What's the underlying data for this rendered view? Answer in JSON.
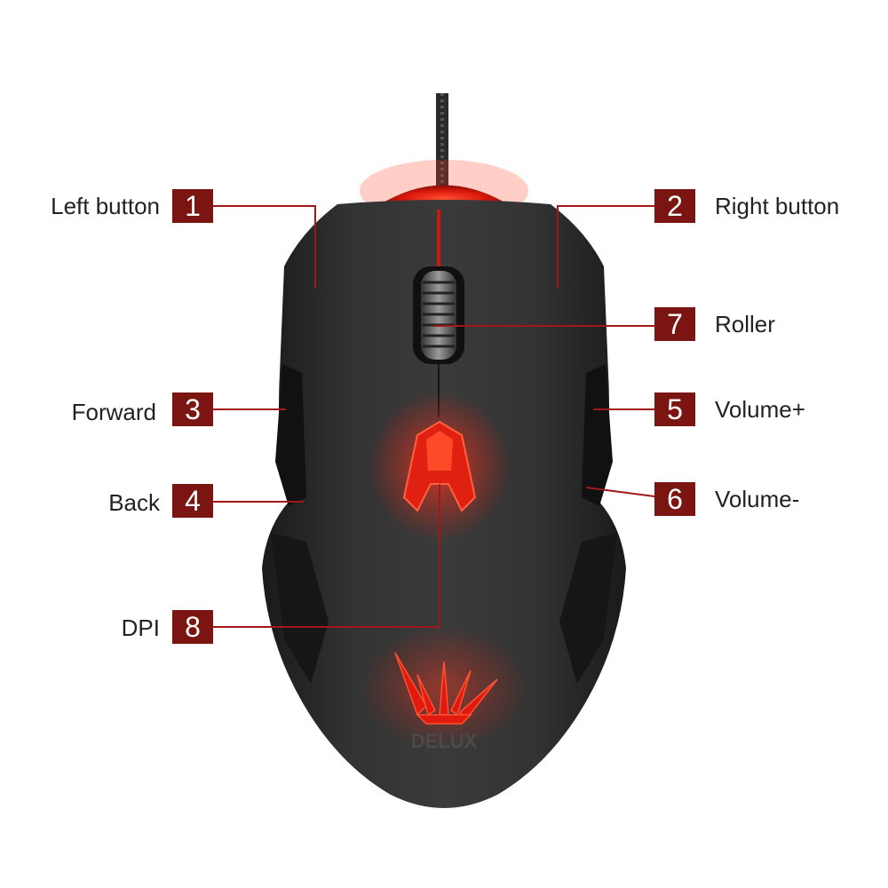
{
  "diagram": {
    "callouts": [
      {
        "id": "1",
        "label": "Left button"
      },
      {
        "id": "2",
        "label": "Right button"
      },
      {
        "id": "7",
        "label": "Roller"
      },
      {
        "id": "3",
        "label": "Forward"
      },
      {
        "id": "5",
        "label": "Volume+"
      },
      {
        "id": "4",
        "label": "Back"
      },
      {
        "id": "6",
        "label": "Volume-"
      },
      {
        "id": "8",
        "label": "DPI"
      }
    ],
    "brand": "DELUX"
  },
  "colors": {
    "badge": "#7a1512",
    "leader": "#a01818",
    "body": "#2b2b2b",
    "glow": "#ff2a1a"
  }
}
